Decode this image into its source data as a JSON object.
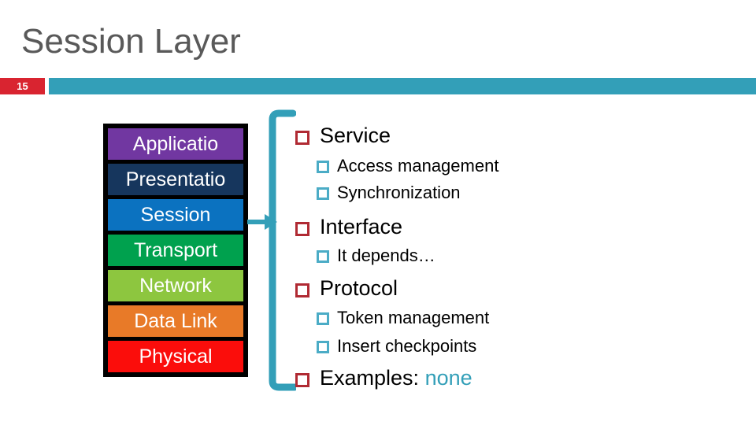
{
  "slide": {
    "title": "Session Layer",
    "page_number": "15"
  },
  "colors": {
    "accent_teal": "#339FB8",
    "badge_red": "#D92430",
    "title_gray": "#595959",
    "main_bullet_red": "#B02A33",
    "sub_bullet_teal": "#4BACC6",
    "accent_text_teal": "#339FB8"
  },
  "stack": {
    "layers": [
      {
        "label": "Applicatio",
        "color": "#7137A1"
      },
      {
        "label": "Presentatio",
        "color": "#16365D"
      },
      {
        "label": "Session",
        "color": "#0B72C0"
      },
      {
        "label": "Transport",
        "color": "#00A14E"
      },
      {
        "label": "Network",
        "color": "#8DC63F"
      },
      {
        "label": "Data Link",
        "color": "#E87A28"
      },
      {
        "label": "Physical",
        "color": "#FB0D0B"
      }
    ]
  },
  "bullets": {
    "items": [
      {
        "level": 1,
        "text": "Service"
      },
      {
        "level": 2,
        "text": "Access management"
      },
      {
        "level": 2,
        "text": "Synchronization"
      },
      {
        "level": 1,
        "text": "Interface"
      },
      {
        "level": 2,
        "text": "It depends…"
      },
      {
        "level": 1,
        "text": "Protocol"
      },
      {
        "level": 2,
        "text": "Token management"
      },
      {
        "level": 2,
        "text": "Insert checkpoints"
      },
      {
        "level": 1,
        "text": "Examples: ",
        "accent": "none"
      }
    ]
  }
}
